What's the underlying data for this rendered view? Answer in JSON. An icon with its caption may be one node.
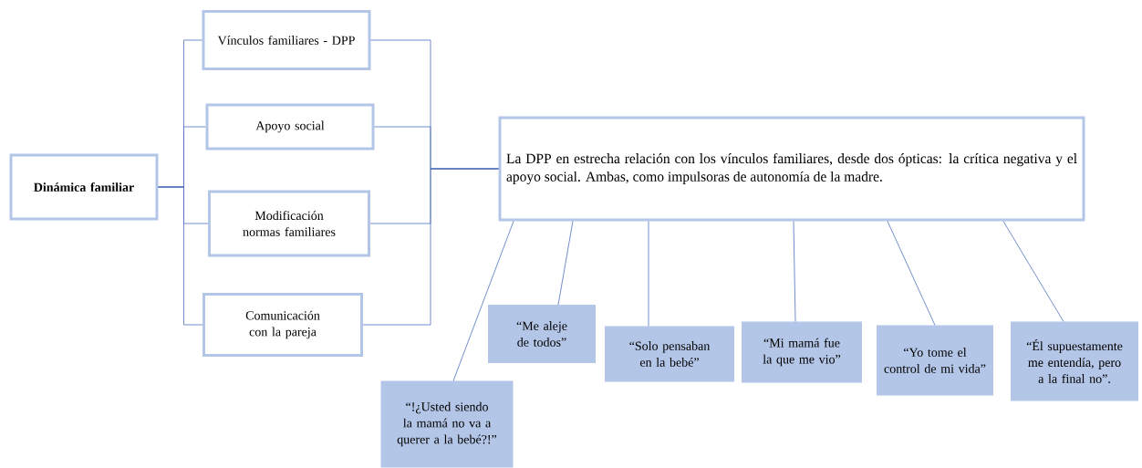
{
  "diagram": {
    "nodes": [
      {
        "text": [
          "Dinámica familiar"
        ]
      },
      {
        "text": [
          "Vínculos familiares - DPP"
        ]
      },
      {
        "text": [
          "Apoyo social"
        ]
      },
      {
        "text": [
          "Modificación normas familiares"
        ]
      },
      {
        "text": [
          "Comunicación con la pareja"
        ]
      },
      {
        "text": [
          "La DPP en estrecha relación con los vínculos familiares, desde dos ópticas: la crítica negativa y el apoyo social. Ambas, como impulsoras de autonomía de la madre."
        ]
      },
      {
        "text": [
          "“!¿Usted siendo la mamá no va a querer a la bebé?!”"
        ]
      },
      {
        "text": [
          "“Me aleje de todos”"
        ]
      },
      {
        "text": [
          "“Solo pensaban en la bebé”"
        ]
      },
      {
        "text": [
          "“Mi mamá fue la que me vio”"
        ]
      },
      {
        "text": [
          "“Yo tome el control de mi vida”"
        ]
      },
      {
        "text": [
          "“Él supuestamente me entendía, pero a la final no”."
        ]
      }
    ],
    "edges": [
      {
        "from": 0,
        "to": 1,
        "arrow": "none"
      },
      {
        "from": 0,
        "to": 2,
        "arrow": "none"
      },
      {
        "from": 0,
        "to": 3,
        "arrow": "none"
      },
      {
        "from": 0,
        "to": 4,
        "arrow": "none"
      },
      {
        "from": 1,
        "to": 5,
        "arrow": "none"
      },
      {
        "from": 2,
        "to": 5,
        "arrow": "none"
      },
      {
        "from": 3,
        "to": 5,
        "arrow": "none"
      },
      {
        "from": 4,
        "to": 5,
        "arrow": "none"
      },
      {
        "from": 5,
        "to": 6,
        "arrow": "none"
      },
      {
        "from": 5,
        "to": 7,
        "arrow": "none"
      },
      {
        "from": 5,
        "to": 8,
        "arrow": "none"
      },
      {
        "from": 5,
        "to": 9,
        "arrow": "none"
      },
      {
        "from": 5,
        "to": 10,
        "arrow": "none"
      },
      {
        "from": 5,
        "to": 11,
        "arrow": "none"
      }
    ]
  }
}
